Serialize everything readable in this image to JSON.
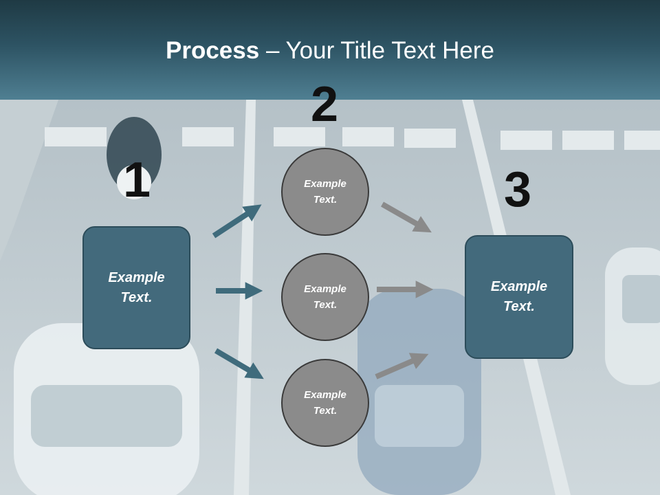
{
  "title": {
    "bold": "Process",
    "rest": " – Your Title Text Here"
  },
  "steps": [
    {
      "number": "1",
      "text_line1": "Example",
      "text_line2": "Text."
    },
    {
      "number": "2"
    },
    {
      "number": "3",
      "text_line1": "Example",
      "text_line2": "Text."
    }
  ],
  "circles": [
    {
      "text_line1": "Example",
      "text_line2": "Text."
    },
    {
      "text_line1": "Example",
      "text_line2": "Text."
    },
    {
      "text_line1": "Example",
      "text_line2": "Text."
    }
  ],
  "colors": {
    "header": "#2d5363",
    "box_fill": "#436a7c",
    "circle_fill": "#8b8b8b",
    "arrow_teal": "#3f6b7c",
    "arrow_gray": "#8a8a8a"
  }
}
